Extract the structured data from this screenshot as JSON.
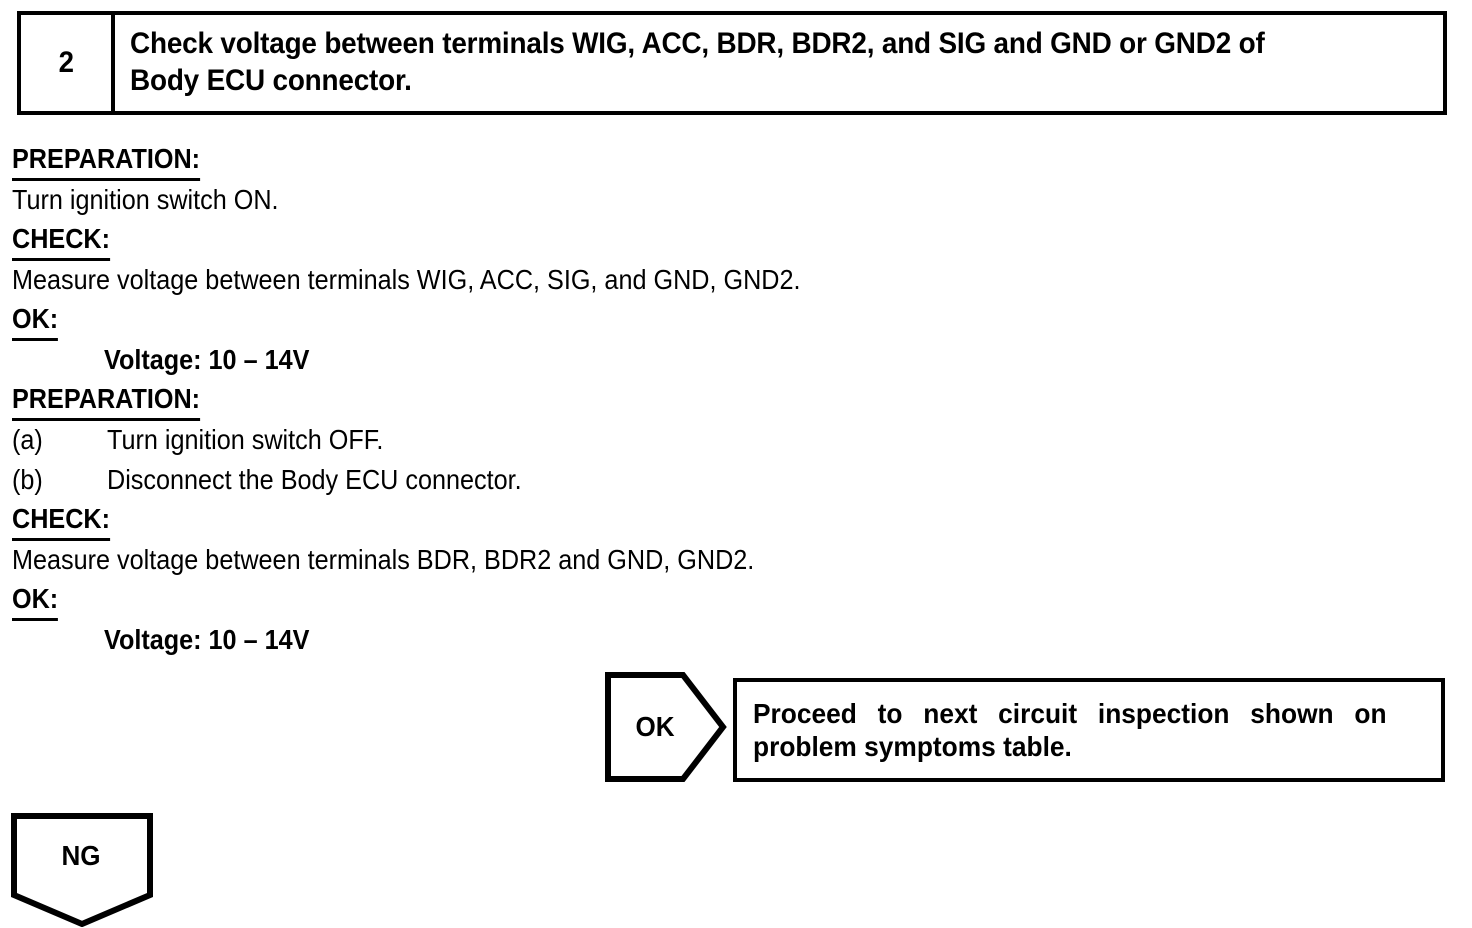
{
  "step": {
    "number": "2",
    "title": "Check voltage between terminals WIG, ACC, BDR, BDR2, and SIG and GND or GND2 of Body ECU connector."
  },
  "procedure": {
    "preparation_1_heading": "PREPARATION:",
    "preparation_1_text": "Turn ignition switch ON.",
    "check_1_heading": "CHECK:",
    "check_1_text": "Measure voltage between terminals WIG, ACC, SIG, and GND, GND2.",
    "ok_1_heading": "OK:",
    "ok_1_value": "Voltage: 10 – 14V",
    "preparation_2_heading": "PREPARATION:",
    "preparation_2_items": [
      {
        "label": "(a)",
        "text": "Turn ignition switch OFF."
      },
      {
        "label": "(b)",
        "text": "Disconnect the Body ECU connector."
      }
    ],
    "check_2_heading": "CHECK:",
    "check_2_text": "Measure voltage between terminals BDR, BDR2 and GND, GND2.",
    "ok_2_heading": "OK:",
    "ok_2_value": "Voltage: 10 – 14V"
  },
  "branches": {
    "ok": {
      "label": "OK",
      "result_line_1": "Proceed to next circuit inspection shown on",
      "result_line_2": "problem symptoms table."
    },
    "ng": {
      "label": "NG"
    }
  },
  "colors": {
    "ink": "#000000",
    "paper": "#ffffff"
  }
}
